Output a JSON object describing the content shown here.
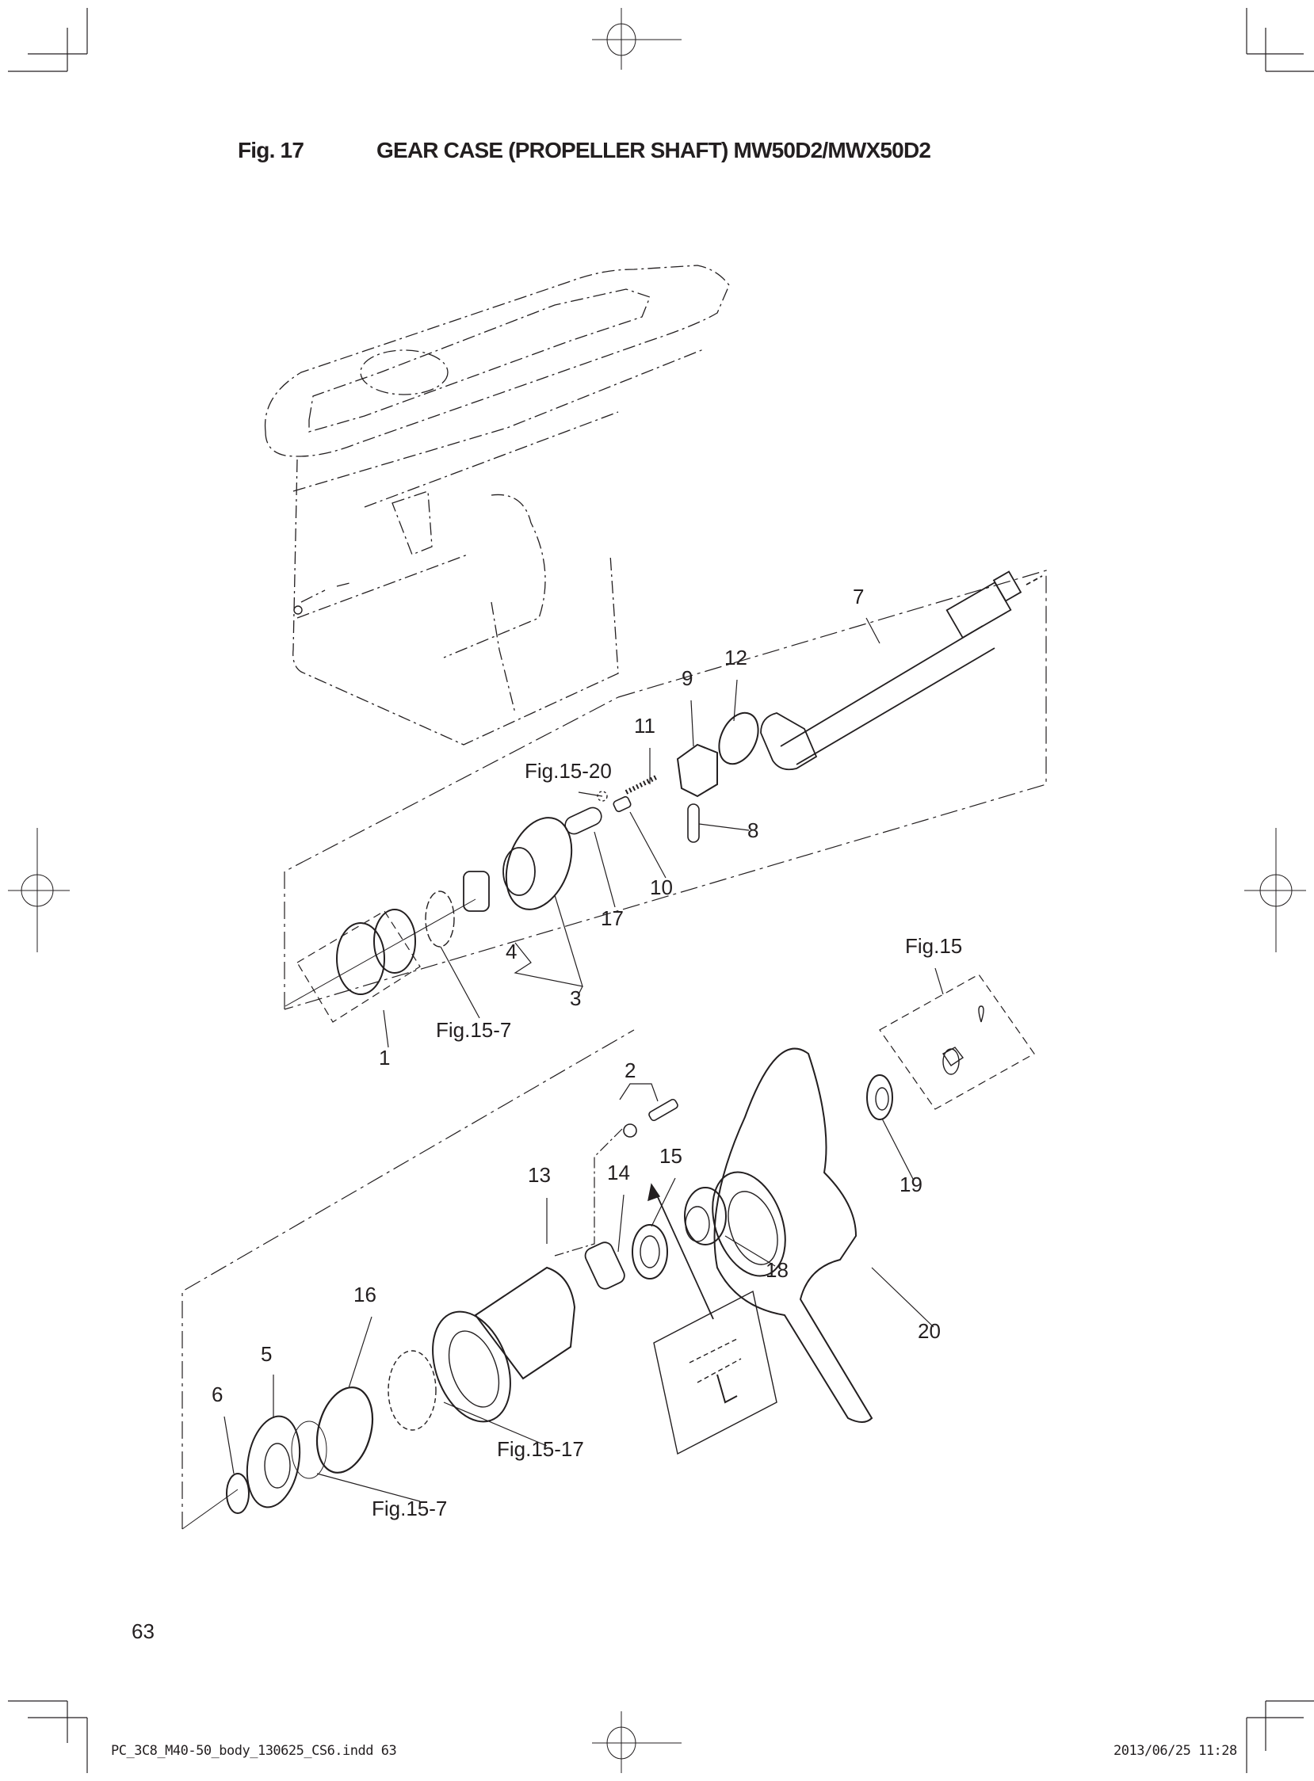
{
  "header": {
    "figure_number": "Fig. 17",
    "title": "GEAR CASE (PROPELLER SHAFT) MW50D2/MWX50D2"
  },
  "diagram": {
    "part_labels": [
      {
        "id": "1",
        "text": "1"
      },
      {
        "id": "2",
        "text": "2"
      },
      {
        "id": "3",
        "text": "3"
      },
      {
        "id": "4",
        "text": "4"
      },
      {
        "id": "5",
        "text": "5"
      },
      {
        "id": "6",
        "text": "6"
      },
      {
        "id": "7",
        "text": "7"
      },
      {
        "id": "8",
        "text": "8"
      },
      {
        "id": "9",
        "text": "9"
      },
      {
        "id": "10",
        "text": "10"
      },
      {
        "id": "11",
        "text": "11"
      },
      {
        "id": "12",
        "text": "12"
      },
      {
        "id": "13",
        "text": "13"
      },
      {
        "id": "14",
        "text": "14"
      },
      {
        "id": "15",
        "text": "15"
      },
      {
        "id": "16",
        "text": "16"
      },
      {
        "id": "17",
        "text": "17"
      },
      {
        "id": "18",
        "text": "18"
      },
      {
        "id": "19",
        "text": "19"
      },
      {
        "id": "20",
        "text": "20"
      }
    ],
    "references": {
      "fig15_20": "Fig.15-20",
      "fig15": "Fig.15",
      "fig15_7_upper": "Fig.15-7",
      "fig15_17": "Fig.15-17",
      "fig15_7_lower": "Fig.15-7"
    }
  },
  "footer": {
    "page_number": "63",
    "slug_file": "PC_3C8_M40-50_body_130625_CS6.indd  63",
    "slug_timestamp": "2013/06/25  11:28"
  }
}
